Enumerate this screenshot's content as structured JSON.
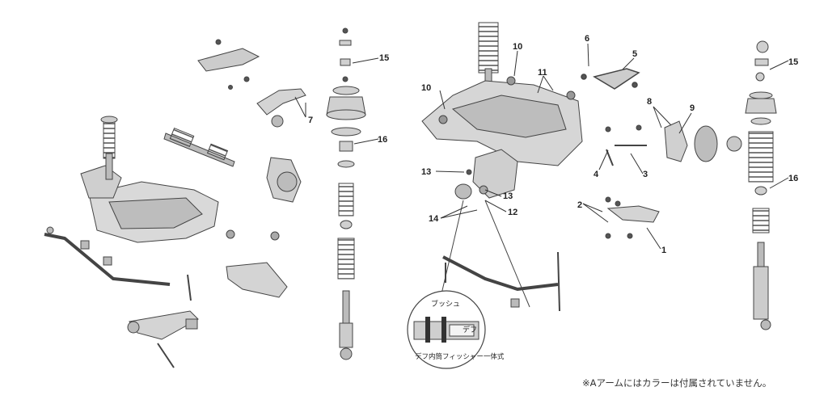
{
  "diagram": {
    "part_numbers": [
      "15",
      "16",
      "7",
      "10",
      "11",
      "10",
      "6",
      "5",
      "15",
      "8",
      "9",
      "13",
      "13",
      "12",
      "14",
      "4",
      "3",
      "2",
      "1",
      "16"
    ],
    "inset_labels": {
      "bush": "ブッシュ",
      "diff": "デフ",
      "caption": "デフ内筒フィッシャー一体式"
    },
    "footnote": "※Aアームにはカラーは付属されていません。"
  }
}
